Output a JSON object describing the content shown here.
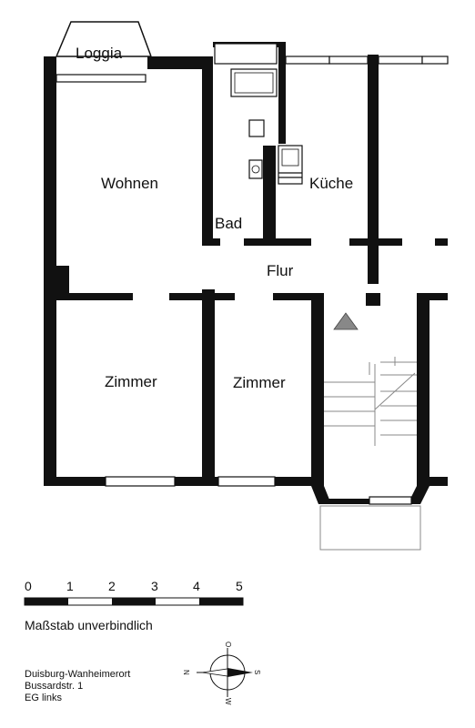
{
  "rooms": {
    "loggia": "Loggia",
    "wohnen": "Wohnen",
    "bad": "Bad",
    "kueche": "Küche",
    "flur": "Flur",
    "zimmer_left": "Zimmer",
    "zimmer_right": "Zimmer"
  },
  "scale": {
    "ticks": [
      "0",
      "1",
      "2",
      "3",
      "4",
      "5"
    ],
    "caption": "Maßstab unverbindlich"
  },
  "compass": {
    "n": "N",
    "o": "O",
    "s": "S",
    "w": "W"
  },
  "address": {
    "line1": "Duisburg-Wanheimerort",
    "line2": "Bussardstr. 1",
    "line3": "EG links"
  }
}
